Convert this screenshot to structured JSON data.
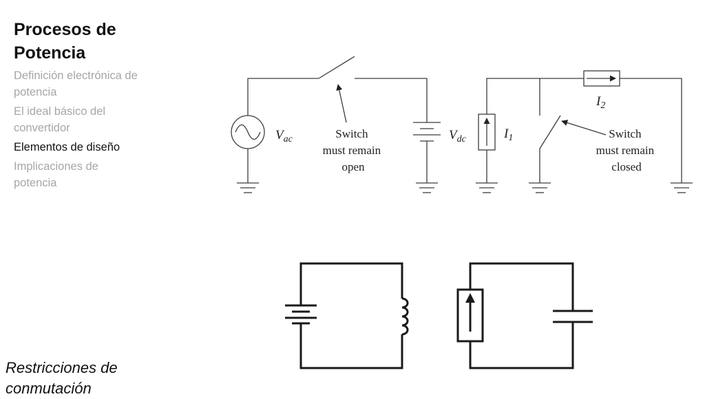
{
  "sidebar": {
    "title": "Procesos de Potencia",
    "items": [
      {
        "label": "Definición electrónica de potencia",
        "active": false
      },
      {
        "label": "El ideal básico del convertidor",
        "active": false
      },
      {
        "label": "Elementos de diseño",
        "active": true
      },
      {
        "label": "Implicaciones de potencia",
        "active": false
      }
    ]
  },
  "slide": {
    "subtitle": "Restricciones de conmutación"
  },
  "diagram": {
    "v_ac": "V",
    "v_ac_sub": "ac",
    "v_dc": "V",
    "v_dc_sub": "dc",
    "i1": "I",
    "i1_sub": "1",
    "i2": "I",
    "i2_sub": "2",
    "note_open": [
      "Switch",
      "must remain",
      "open"
    ],
    "note_closed": [
      "Switch",
      "must remain",
      "closed"
    ]
  }
}
